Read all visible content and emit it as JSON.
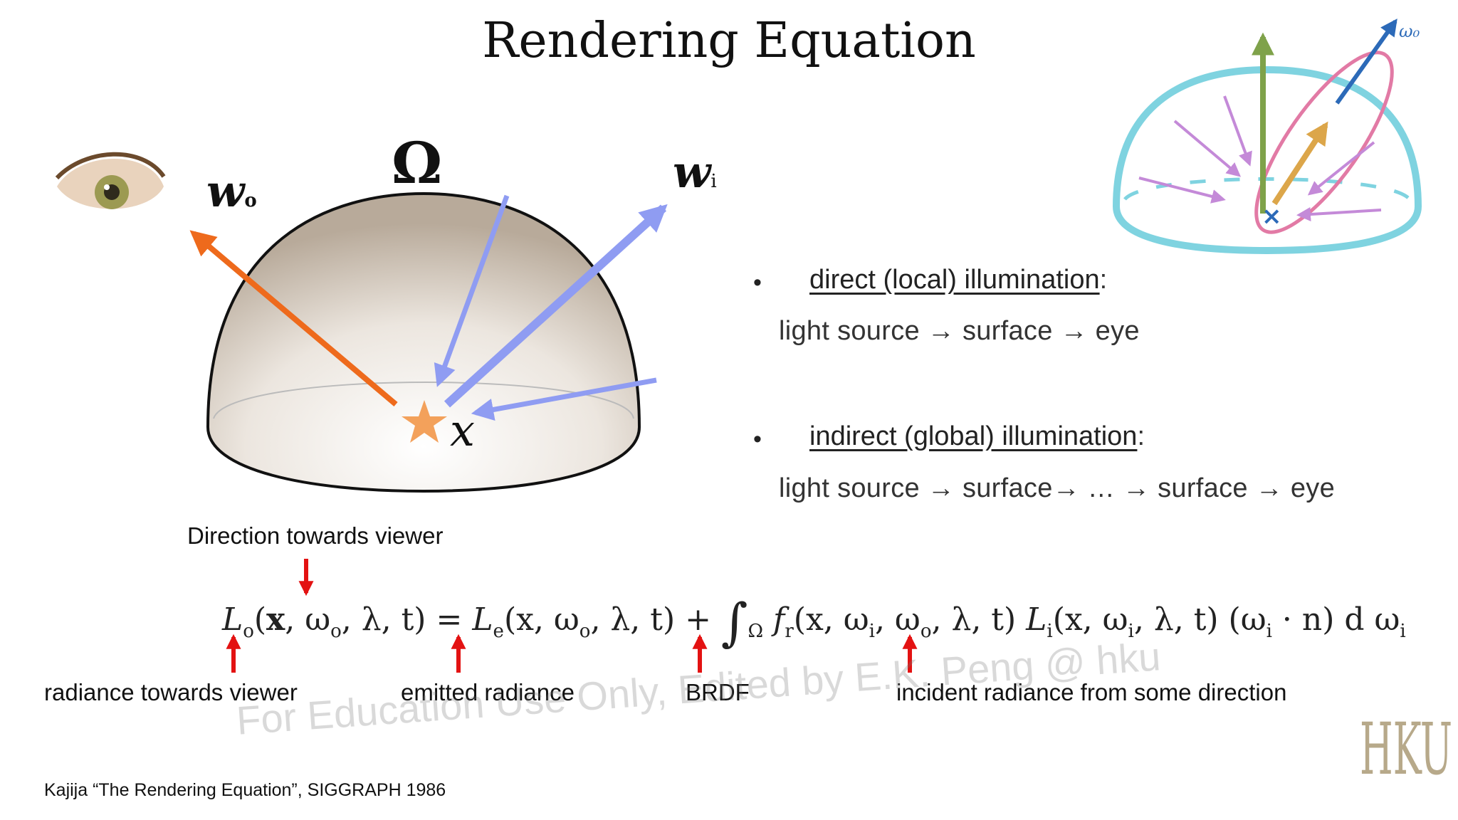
{
  "slide": {
    "title": "Rendering Equation",
    "figure_labels": {
      "omega_o": "w",
      "omega_o_sub": "o",
      "omega_i": "w",
      "omega_i_sub": "i",
      "hemisphere": "Ω",
      "point": "x"
    },
    "corner_figure": {
      "omega_label": "ω₀"
    },
    "bullets": [
      {
        "marker": "•",
        "heading": "direct (local) illumination",
        "suffix": ":",
        "text": "light source → surface → eye"
      },
      {
        "marker": "•",
        "heading": "indirect (global) illumination",
        "suffix": ":",
        "text": "light source → surface→ … → surface → eye"
      }
    ],
    "equation": {
      "lhs": "L",
      "lhs_sub": "o",
      "lhs_args_1": "(",
      "lhs_x": "x",
      "lhs_args_2": ", ω",
      "lhs_omega_sub": "o",
      "lhs_args_3": ", λ, t) = ",
      "le": "L",
      "le_sub": "e",
      "le_args": "(x, ω",
      "le_omega_sub": "o",
      "le_tail": ", λ, t) + ",
      "integral": "∫",
      "integral_sub": "Ω",
      "fr": "f",
      "fr_sub": "r",
      "fr_args": "(x, ω",
      "fr_i": "i",
      "fr_mid": ", ω",
      "fr_o": "o",
      "fr_tail": ", λ, t) ",
      "li": "L",
      "li_sub": "i",
      "li_args": "(x, ω",
      "li_i": "i",
      "li_tail": ", λ, t) (ω",
      "dot_i": "i",
      "dot_tail": " · n) d ω",
      "d_i": "i"
    },
    "annotations": {
      "top": "Direction towards viewer",
      "radiance": "radiance towards viewer",
      "emitted": "emitted radiance",
      "brdf": "BRDF",
      "incident": "incident radiance from some direction"
    },
    "watermark": "For Education Use Only, Edited by E.K. Peng @ hku",
    "citation": "Kajija “The Rendering Equation”, SIGGRAPH 1986",
    "logo_text": "HKU",
    "colors": {
      "outgoing_arrow": "#ee6a1c",
      "incoming_arrow": "#8f9cf2",
      "pointer_arrow": "#e31212",
      "dome_outline": "#7fd3e0",
      "logo": "#b7a98a"
    }
  }
}
